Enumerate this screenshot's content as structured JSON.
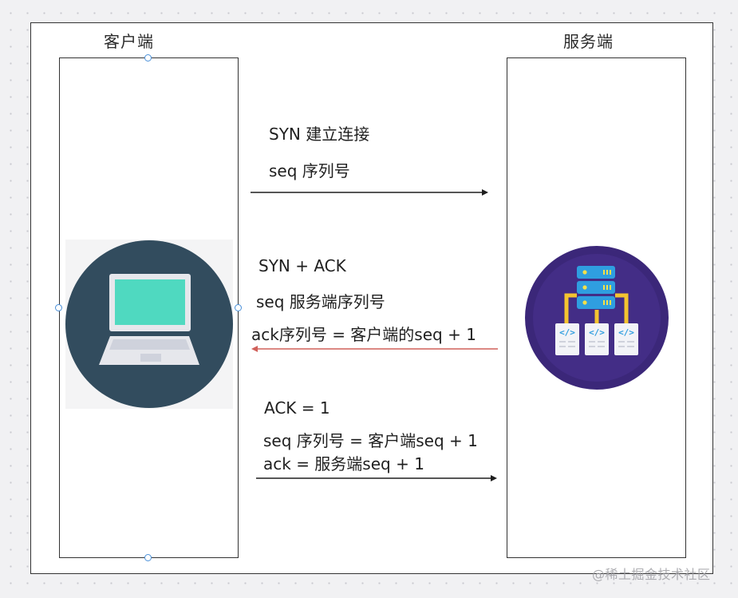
{
  "diagram": {
    "client": {
      "title": "客户端",
      "icon": "laptop-icon"
    },
    "server": {
      "title": "服务端",
      "icon": "server-network-icon"
    },
    "steps": [
      {
        "direction": "client-to-server",
        "lines": [
          "SYN  建立连接",
          "seq  序列号"
        ],
        "arrow_color": "#1f1f1f"
      },
      {
        "direction": "server-to-client",
        "lines": [
          "SYN + ACK",
          "seq 服务端序列号",
          "ack序列号 = 客户端的seq + 1"
        ],
        "arrow_color": "#d0605a"
      },
      {
        "direction": "client-to-server",
        "lines": [
          "ACK = 1",
          "seq 序列号 = 客户端seq + 1",
          "ack = 服务端seq + 1"
        ],
        "arrow_color": "#1f1f1f"
      }
    ]
  },
  "colors": {
    "laptop_bg": "#324c5e",
    "laptop_screen": "#4fd9c0",
    "laptop_body": "#e6e7ec",
    "server_bg": "#3b2779",
    "server_blue": "#2f9ee0",
    "connector_yellow": "#f4c430",
    "handle_blue": "#4a90d9"
  },
  "watermark": "@稀土掘金技术社区"
}
